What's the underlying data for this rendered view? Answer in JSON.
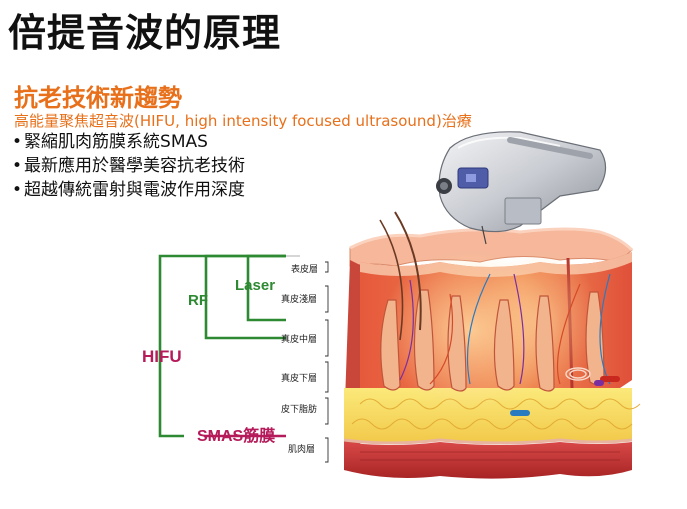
{
  "title": "倍提音波的原理",
  "subtitle": "抗老技術新趨勢",
  "description": "高能量聚焦超音波(HIFU, high intensity focused ultrasound)治療",
  "bullets": [
    "緊縮肌肉筋膜系統SMAS",
    "最新應用於醫學美容抗老技術",
    "超越傳統雷射與電波作用深度"
  ],
  "diagram": {
    "tech_labels": {
      "laser": "Laser",
      "rf": "RF",
      "hifu": "HIFU",
      "smas": "SMAS筋膜"
    },
    "layers": [
      "表皮層",
      "真皮淺層",
      "真皮中層",
      "真皮下層",
      "皮下脂肪",
      "肌肉層"
    ],
    "colors": {
      "orange": "#e8701b",
      "green": "#2e8a32",
      "pink": "#b51a5a"
    }
  }
}
